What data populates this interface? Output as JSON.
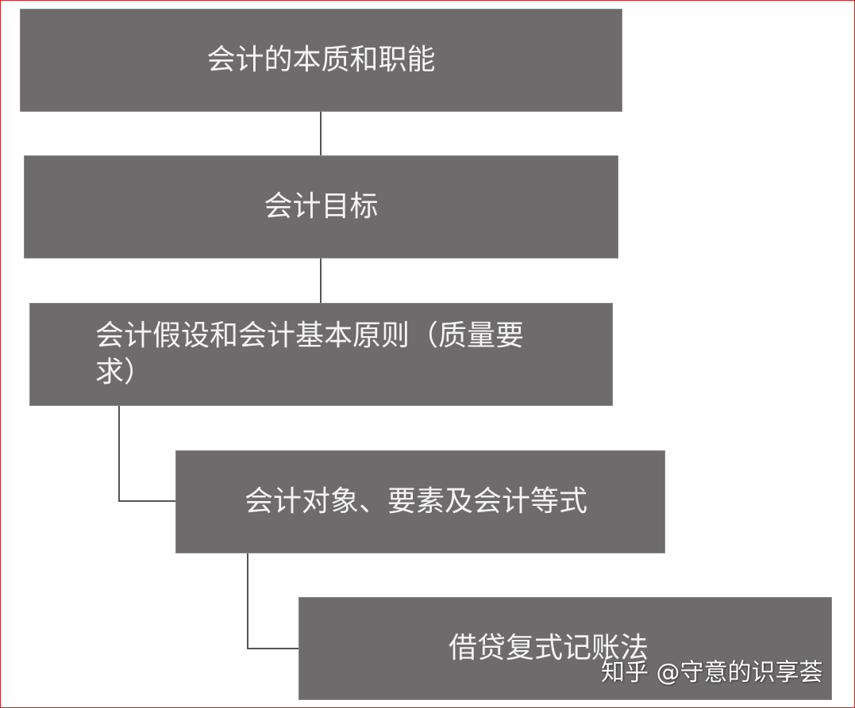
{
  "diagram": {
    "type": "hierarchy-flow",
    "colors": {
      "box_fill": "#6e6b6c",
      "text": "#f4f4f4",
      "connector": "#555354",
      "frame_border": "#c0282d"
    },
    "nodes": [
      {
        "id": "n1",
        "label": "会计的本质和职能"
      },
      {
        "id": "n2",
        "label": "会计目标"
      },
      {
        "id": "n3",
        "label": "会计假设和会计基本原则（质量要求）"
      },
      {
        "id": "n4",
        "label": "会计对象、要素及会计等式"
      },
      {
        "id": "n5",
        "label": "借贷复式记账法"
      }
    ],
    "edges": [
      {
        "from": "n1",
        "to": "n2"
      },
      {
        "from": "n2",
        "to": "n3"
      },
      {
        "from": "n3",
        "to": "n4"
      },
      {
        "from": "n4",
        "to": "n5"
      }
    ]
  },
  "watermark": {
    "text": "知乎 @守意的识享荟"
  }
}
